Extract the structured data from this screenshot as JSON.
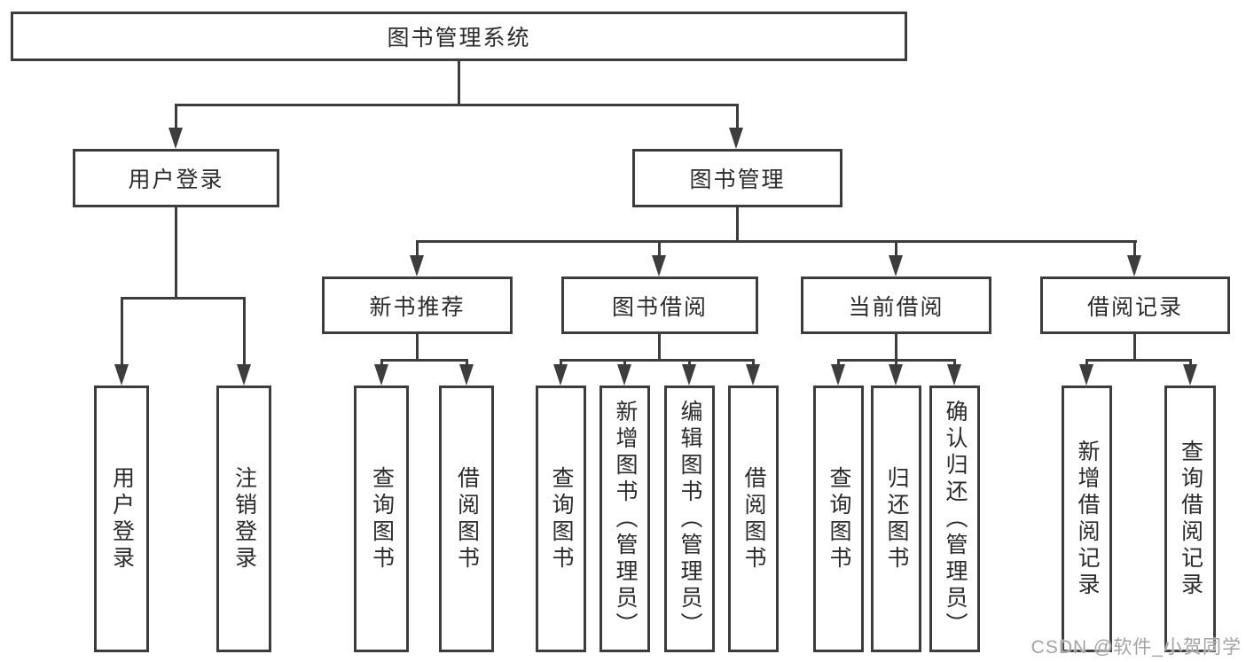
{
  "colors": {
    "background": "#ffffff",
    "line": "#3d3d3d",
    "box_border": "#3d3d3d",
    "text": "#2b2b2b",
    "watermark": "#a3a3a3"
  },
  "tree": {
    "root": {
      "label": "图书管理系统",
      "children": [
        {
          "label": "用户登录",
          "children": [
            {
              "label": "用户登录"
            },
            {
              "label": "注销登录"
            }
          ]
        },
        {
          "label": "图书管理",
          "children": [
            {
              "label": "新书推荐",
              "children": [
                {
                  "label": "查询图书"
                },
                {
                  "label": "借阅图书"
                }
              ]
            },
            {
              "label": "图书借阅",
              "children": [
                {
                  "label": "查询图书"
                },
                {
                  "label": "新增图书（管理员）"
                },
                {
                  "label": "编辑图书（管理员）"
                },
                {
                  "label": "借阅图书"
                }
              ]
            },
            {
              "label": "当前借阅",
              "children": [
                {
                  "label": "查询图书"
                },
                {
                  "label": "归还图书"
                },
                {
                  "label": "确认归还（管理员）"
                }
              ]
            },
            {
              "label": "借阅记录",
              "children": [
                {
                  "label": "新增借阅记录"
                },
                {
                  "label": "查询借阅记录"
                }
              ]
            }
          ]
        }
      ]
    }
  },
  "watermark": {
    "text": "CSDN @软件_小贺同学"
  }
}
